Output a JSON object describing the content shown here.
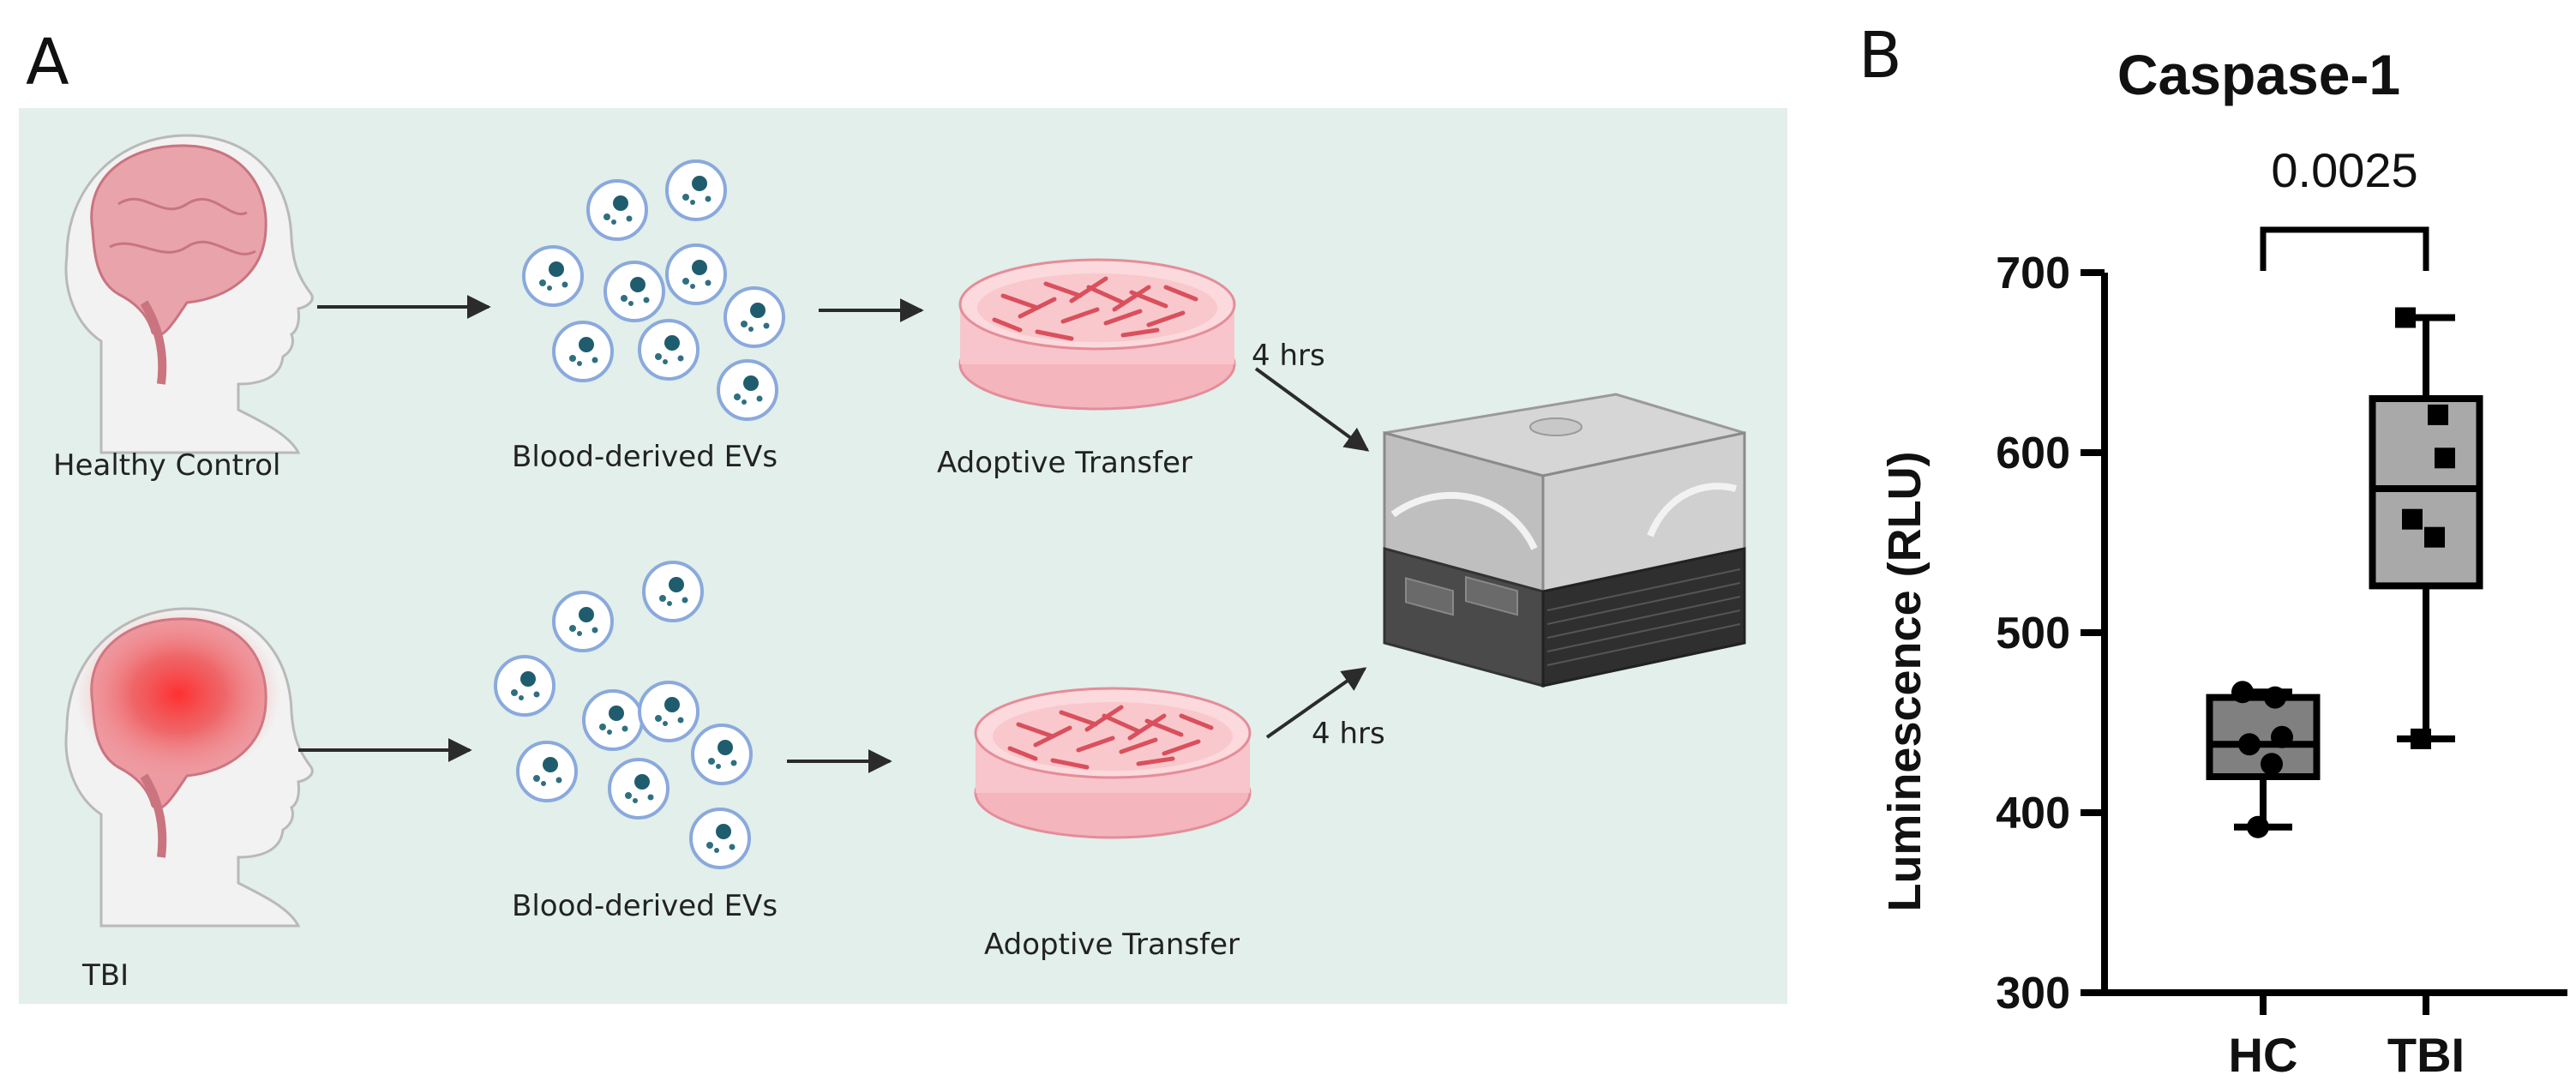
{
  "panels": {
    "a_letter": "A",
    "b_letter": "B"
  },
  "schematic": {
    "top": {
      "subject": "Healthy Control",
      "evs": "Blood-derived EVs",
      "transfer": "Adoptive Transfer",
      "time": "4 hrs"
    },
    "bottom": {
      "subject": "TBI",
      "evs": "Blood-derived EVs",
      "transfer": "Adoptive Transfer",
      "time": "4 hrs"
    }
  },
  "chart_data": {
    "type": "box",
    "title": "Caspase-1",
    "ylabel": "Luminescence (RLU)",
    "xlabel": "",
    "ylim": [
      300,
      700
    ],
    "yticks": [
      300,
      400,
      500,
      600,
      700
    ],
    "categories": [
      "HC",
      "TBI"
    ],
    "annotation": {
      "text": "0.0025",
      "between": [
        "HC",
        "TBI"
      ]
    },
    "boxes": [
      {
        "name": "HC",
        "min": 392,
        "q1": 420,
        "median": 438,
        "q3": 464,
        "max": 467,
        "points": [
          392,
          427,
          438,
          442,
          464,
          467
        ],
        "fill": "#808080"
      },
      {
        "name": "TBI",
        "min": 441,
        "q1": 526,
        "median": 580,
        "q3": 630,
        "max": 675,
        "points": [
          441,
          553,
          563,
          597,
          621,
          675
        ],
        "fill": "#a9a9a9"
      }
    ],
    "colors": {
      "box_stroke": "#000000",
      "point": "#000000"
    }
  }
}
